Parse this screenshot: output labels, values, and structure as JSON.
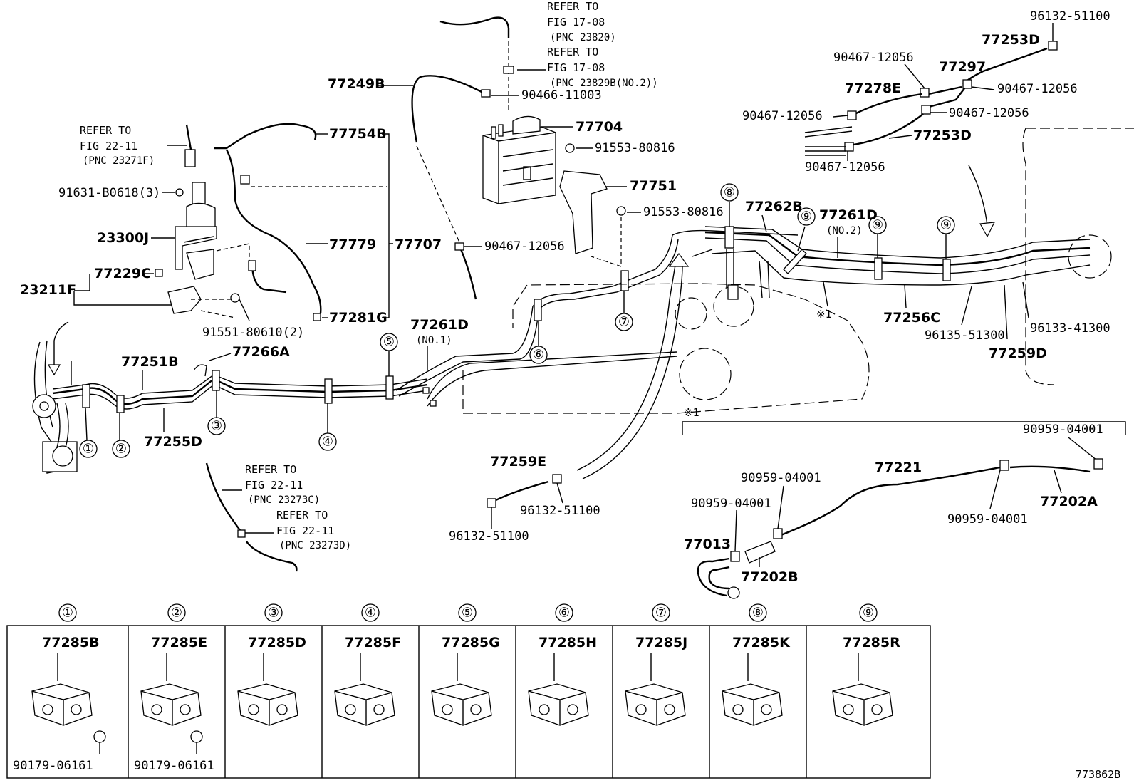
{
  "figure_id": "773862B",
  "refer_notes": {
    "fig_17_08_a": {
      "line1": "REFER TO",
      "line2": "FIG 17-08",
      "line3": "(PNC 23820)"
    },
    "fig_17_08_b": {
      "line1": "REFER TO",
      "line2": "FIG 17-08",
      "line3": "(PNC 23829B(NO.2))"
    },
    "fig_22_11_a": {
      "line1": "REFER TO",
      "line2": "FIG 22-11",
      "line3": "(PNC 23271F)"
    },
    "fig_22_11_b": {
      "line1": "REFER TO",
      "line2": "FIG 22-11",
      "line3": "(PNC 23273C)"
    },
    "fig_22_11_c": {
      "line1": "REFER TO",
      "line2": "FIG 22-11",
      "line3": "(PNC 23273D)"
    }
  },
  "labels": {
    "p77249B": "77249B",
    "p90466_11003": "90466-11003",
    "p77704": "77704",
    "p91553_80816_top": "91553-80816",
    "p77751": "77751",
    "p91553_80816_bot": "91553-80816",
    "p77754B": "77754B",
    "p77779": "77779",
    "p77707": "77707",
    "p77281G": "77281G",
    "p91551_80610": "91551-80610(2)",
    "p91631_B0618": "91631-B0618(3)",
    "p23300J": "23300J",
    "p77229C": "77229C",
    "p23211F": "23211F",
    "p90467_12056_mid": "90467-12056",
    "p77251B": "77251B",
    "p77266A": "77266A",
    "p77255D": "77255D",
    "p77261D_no1": "77261D",
    "no1": "(NO.1)",
    "p77262B": "77262B",
    "p77261D_no2": "77261D",
    "no2": "(NO.2)",
    "p77256C": "77256C",
    "p96135_51300": "96135-51300",
    "p77259D": "77259D",
    "p96133_41300": "96133-41300",
    "star1_a": "※1",
    "star1_b": "※1",
    "p96132_51100_tr": "96132-51100",
    "p77253D_top": "77253D",
    "p90467_12056_a": "90467-12056",
    "p77297": "77297",
    "p90467_12056_b": "90467-12056",
    "p77278E": "77278E",
    "p90467_12056_c": "90467-12056",
    "p90467_12056_d": "90467-12056",
    "p77253D_bot": "77253D",
    "p90467_12056_e": "90467-12056",
    "p77259E": "77259E",
    "p96132_51100_r": "96132-51100",
    "p96132_51100_l": "96132-51100",
    "p90959_04001_tr": "90959-04001",
    "p77221": "77221",
    "p90959_04001_m": "90959-04001",
    "p90959_04001_l": "90959-04001",
    "p77013": "77013",
    "p90959_04001_b": "90959-04001",
    "p77202A": "77202A",
    "p77202B": "77202B"
  },
  "callouts": [
    "①",
    "②",
    "③",
    "④",
    "⑤",
    "⑥",
    "⑦",
    "⑧",
    "⑨"
  ],
  "clamp_table": [
    {
      "num": "①",
      "part": "77285B",
      "extra": "90179-06161"
    },
    {
      "num": "②",
      "part": "77285E",
      "extra": "90179-06161"
    },
    {
      "num": "③",
      "part": "77285D",
      "extra": ""
    },
    {
      "num": "④",
      "part": "77285F",
      "extra": ""
    },
    {
      "num": "⑤",
      "part": "77285G",
      "extra": ""
    },
    {
      "num": "⑥",
      "part": "77285H",
      "extra": ""
    },
    {
      "num": "⑦",
      "part": "77285J",
      "extra": ""
    },
    {
      "num": "⑧",
      "part": "77285K",
      "extra": ""
    },
    {
      "num": "⑨",
      "part": "77285R",
      "extra": ""
    }
  ],
  "icons": {
    "arrow": "curved-arrow-icon",
    "clamp": "clamp-icon",
    "canister": "charcoal-canister-icon"
  }
}
